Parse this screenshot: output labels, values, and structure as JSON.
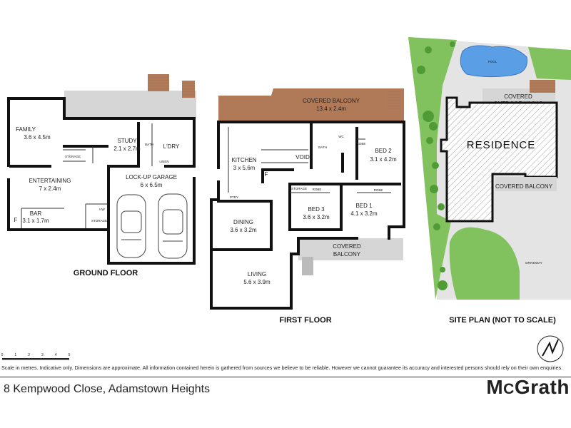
{
  "labels": {
    "covered_outdoor_living_ground": "COVERED\nOUTDOOR LIVING",
    "family": "FAMILY\n3.6 x 4.5m",
    "study": "STUDY\n2.1 x 2.7m",
    "bath_ground": "BATH",
    "ldry": "L'DRY",
    "storage_ground": "STORAGE",
    "linen": "LINEN",
    "entertaining": "ENTERTAINING\n7 x 2.4m",
    "lockup_garage": "LOCK-UP GARAGE\n6 x 6.5m",
    "bar": "BAR\n3.1 x 1.7m",
    "hw": "HW",
    "storage_bar": "STORAGE",
    "f_ground": "F",
    "ground_floor": "GROUND FLOOR",
    "covered_balcony_top": "COVERED BALCONY\n13.4 x 2.4m",
    "kitchen": "KITCHEN\n3 x 5.6m",
    "void": "VOID",
    "bath_first": "BATH",
    "wc": "WC",
    "robe_bed2": "ROBE",
    "bed2": "BED 2\n3.1 x 4.2m",
    "f_first": "F",
    "storage_first": "STORAGE",
    "robe_bed3": "ROBE",
    "robe_bed1": "ROBE",
    "bed3": "BED 3\n3.6 x 3.2m",
    "bed1": "BED 1\n4.1 x 3.2m",
    "dining": "DINING\n3.6 x 3.2m",
    "ptry": "PTRY",
    "covered_balcony_first": "COVERED\nBALCONY",
    "living": "LIVING\n5.6 x 3.9m",
    "first_floor": "FIRST FLOOR",
    "pool": "POOL",
    "covered_outdoor_living_site": "COVERED\nOUTDOOR LIVING",
    "residence": "RESIDENCE",
    "covered_balcony_site": "COVERED BALCONY",
    "driveway": "DRIVEWAY",
    "site_plan": "SITE PLAN (NOT TO SCALE)"
  },
  "scale_ticks": [
    "0",
    "1",
    "2",
    "3",
    "4",
    "5"
  ],
  "disclaimer": "Scale in metres. Indicative only. Dimensions are approximate. All information contained herein is gathered from sources we believe to be reliable. However we cannot guarantee its accuracy and interested persons should rely on their own enquiries.",
  "address": "8 Kempwood Close, Adamstown Heights",
  "logo": {
    "m": "M",
    "c": "C",
    "rest": "Grath"
  },
  "colors": {
    "outdoor": "#d6d6d6",
    "balcony_timber": "#b07a58",
    "deck_lines": "#9a6a4a",
    "grass": "#82c25e",
    "pool": "#5a9ee6",
    "lawn": "#e4e4e4",
    "walls": "#111111"
  }
}
